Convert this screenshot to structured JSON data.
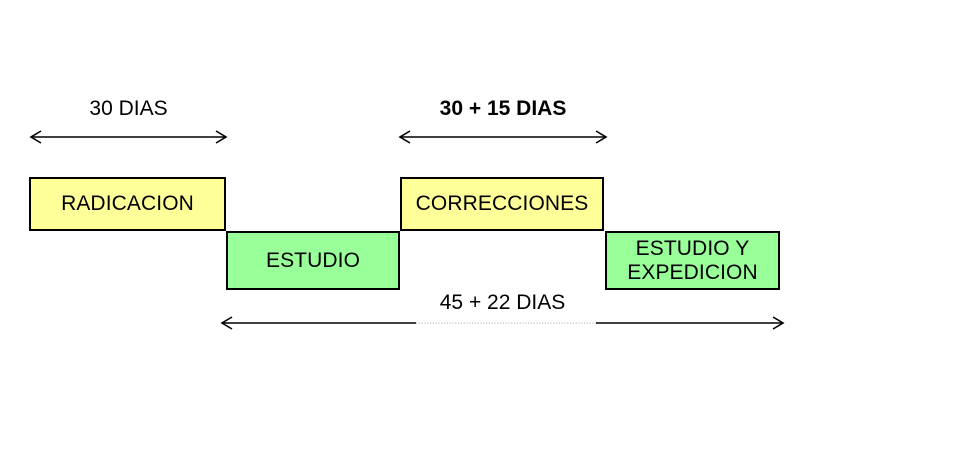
{
  "diagram": {
    "title_text": "",
    "colors": {
      "background": "#ffffff",
      "yellow_phase": "#ffff99",
      "green_phase": "#99ff99",
      "border": "#000000",
      "arrow": "#000000",
      "arrow_muted": "#bfbfbf"
    },
    "phases": [
      {
        "id": "radicacion",
        "label": "RADICACION",
        "color": "yellow",
        "row": 1
      },
      {
        "id": "estudio",
        "label": "ESTUDIO",
        "color": "green",
        "row": 2
      },
      {
        "id": "correcciones",
        "label": "CORRECCIONES",
        "color": "yellow",
        "row": 1
      },
      {
        "id": "estudio-y-expedicion",
        "label": "ESTUDIO Y\nEXPEDICION",
        "color": "green",
        "row": 2
      }
    ],
    "durations": [
      {
        "id": "radicacion-duration",
        "label": "30 DIAS",
        "bold": false,
        "position": "top-left",
        "spans": [
          "radicacion"
        ]
      },
      {
        "id": "correcciones-duration",
        "label": "30 + 15 DIAS",
        "bold": true,
        "position": "top-right",
        "spans": [
          "correcciones"
        ]
      },
      {
        "id": "total-duration",
        "label": "45 + 22 DIAS",
        "bold": false,
        "position": "bottom",
        "spans": [
          "estudio",
          "correcciones",
          "estudio-y-expedicion"
        ]
      }
    ]
  }
}
